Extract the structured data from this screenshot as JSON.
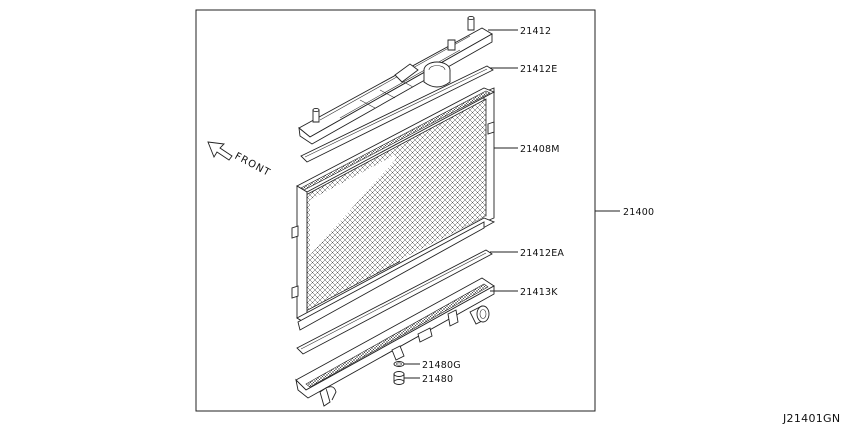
{
  "diagram": {
    "part_callouts": [
      {
        "id": "upper-tank",
        "label": "21412"
      },
      {
        "id": "upper-gasket",
        "label": "21412E"
      },
      {
        "id": "core",
        "label": "21408M"
      },
      {
        "id": "lower-gasket",
        "label": "21412EA"
      },
      {
        "id": "lower-tank",
        "label": "21413K"
      },
      {
        "id": "drain-plug-gasket",
        "label": "21480G"
      },
      {
        "id": "drain-plug",
        "label": "21480"
      }
    ],
    "assembly_label": "21400",
    "direction_label": "FRONT",
    "diagram_code": "J21401GN"
  }
}
